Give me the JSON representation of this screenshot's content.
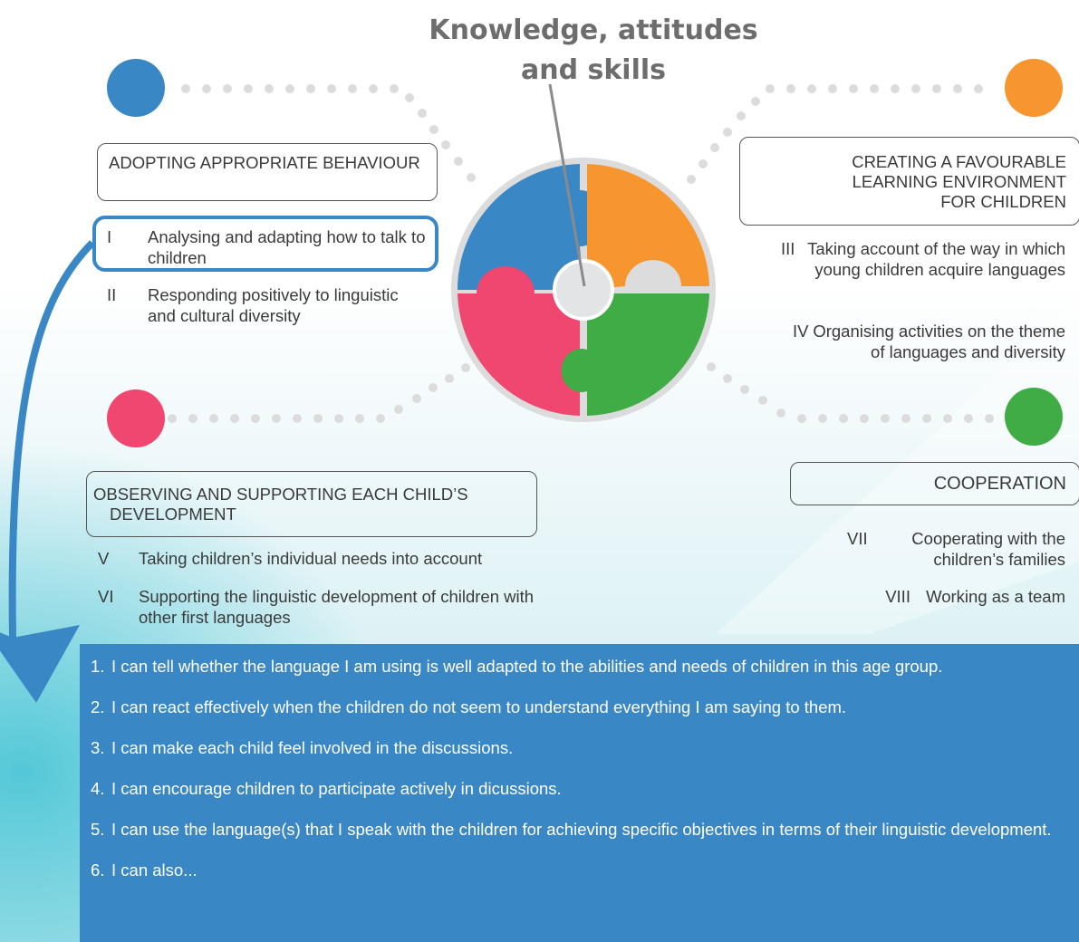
{
  "title": "Knowledge, attitudes and skills",
  "colors": {
    "blue": "#3a87c6",
    "orange": "#f7962f",
    "pink": "#ef4770",
    "green": "#3fac45",
    "center": "#e3e4e6",
    "dots": "#dcdcdc"
  },
  "quadrants": {
    "top_left": {
      "heading": "ADOPTING APPROPRIATE BEHAVIOUR",
      "items": [
        {
          "num": "I",
          "text": "Analysing and adapting how to talk to children"
        },
        {
          "num": "II",
          "text": "Responding positively to linguistic and cultural diversity"
        }
      ]
    },
    "top_right": {
      "heading": "CREATING A FAVOURABLE LEARNING ENVIRONMENT FOR CHILDREN",
      "items": [
        {
          "num": "III",
          "text": "Taking account of the way in which young children acquire languages"
        },
        {
          "num": "IV",
          "text": "Organising activities on the theme of languages and diversity"
        }
      ]
    },
    "bottom_left": {
      "heading": "OBSERVING AND SUPPORTING EACH CHILD’S DEVELOPMENT",
      "items": [
        {
          "num": "V",
          "text": "Taking children’s individual needs into account"
        },
        {
          "num": "VI",
          "text": "Supporting the linguistic development of children with other first languages"
        }
      ]
    },
    "bottom_right": {
      "heading": "COOPERATION",
      "items": [
        {
          "num": "VII",
          "text": "Cooperating with the children’s families"
        },
        {
          "num": "VIII",
          "text": "Working as a team"
        }
      ]
    }
  },
  "statements": [
    {
      "num": "1.",
      "text": "I can tell whether the language I am using is well adapted to the abilities and needs of children in this age group."
    },
    {
      "num": "2.",
      "text": "I can react effectively when the children do not seem to understand everything I am saying to them."
    },
    {
      "num": "3.",
      "text": "I can make each child feel involved in the discussions."
    },
    {
      "num": "4.",
      "text": "I can encourage children to participate actively in dicussions."
    },
    {
      "num": "5.",
      "text": "I can use the language(s) that I speak with the children for achieving specific objectives in terms of their linguistic development."
    },
    {
      "num": "6.",
      "text": "I can also..."
    }
  ]
}
